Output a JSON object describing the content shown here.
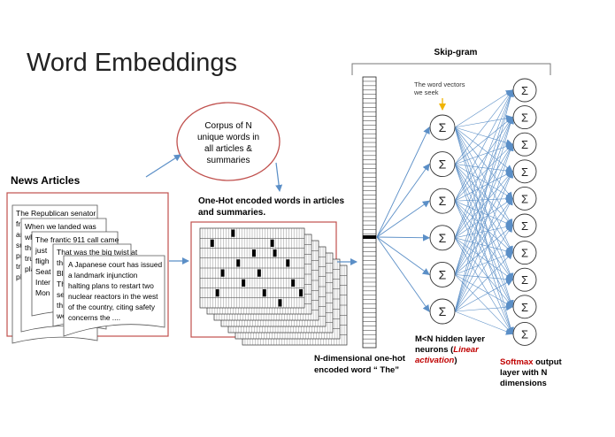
{
  "title": "Word Embeddings",
  "corpus_label": [
    "Corpus of  N",
    "unique words in",
    "all articles &",
    "summaries"
  ],
  "news_heading": "News Articles",
  "onehot_label": [
    "One-Hot encoded words in articles",
    "and summaries."
  ],
  "articles": [
    [
      "The Republican senator",
      "fr",
      "ar",
      "su",
      "pr",
      "tru",
      "pla"
    ],
    [
      "When we landed was",
      "wh",
      "the",
      "tru",
      "pla"
    ],
    [
      "The frantic 911 call came",
      "just",
      "fligh",
      "Seat",
      "Inter",
      "Mon"
    ],
    [
      "That was the big twist at",
      "the",
      "Bla",
      "The",
      "sea",
      "thi",
      "we"
    ],
    [
      "A Japanese court has issued",
      "a landmark injunction",
      "halting plans to restart two",
      "nuclear reactors in the west",
      "of the country, citing safety",
      "concerns the ...."
    ]
  ],
  "skipgram_label": "Skip-gram",
  "word_vectors_label": [
    "The word vectors",
    "we seek"
  ],
  "neuron_symbol": "Σ",
  "hidden_neuron_count": 6,
  "output_neuron_count": 10,
  "input_label": [
    "N-dimensional one-hot",
    "encoded  word “ The”"
  ],
  "hidden_label": {
    "line1": "M<N hidden layer",
    "line2_prefix": "neurons (",
    "line2_emph": "Linear",
    "line3_emph": "activation",
    "line3_suffix": ")"
  },
  "output_label": {
    "emph": "Softmax",
    "line1_rest": " output",
    "line2": "layer with N",
    "line3": "dimensions"
  },
  "colors": {
    "arrow_blue": "#5b8fc7",
    "red_border": "#c0504d",
    "emphasis_red": "#c00000",
    "yellow_arrow": "#f0b400",
    "dark_text": "#222222"
  }
}
